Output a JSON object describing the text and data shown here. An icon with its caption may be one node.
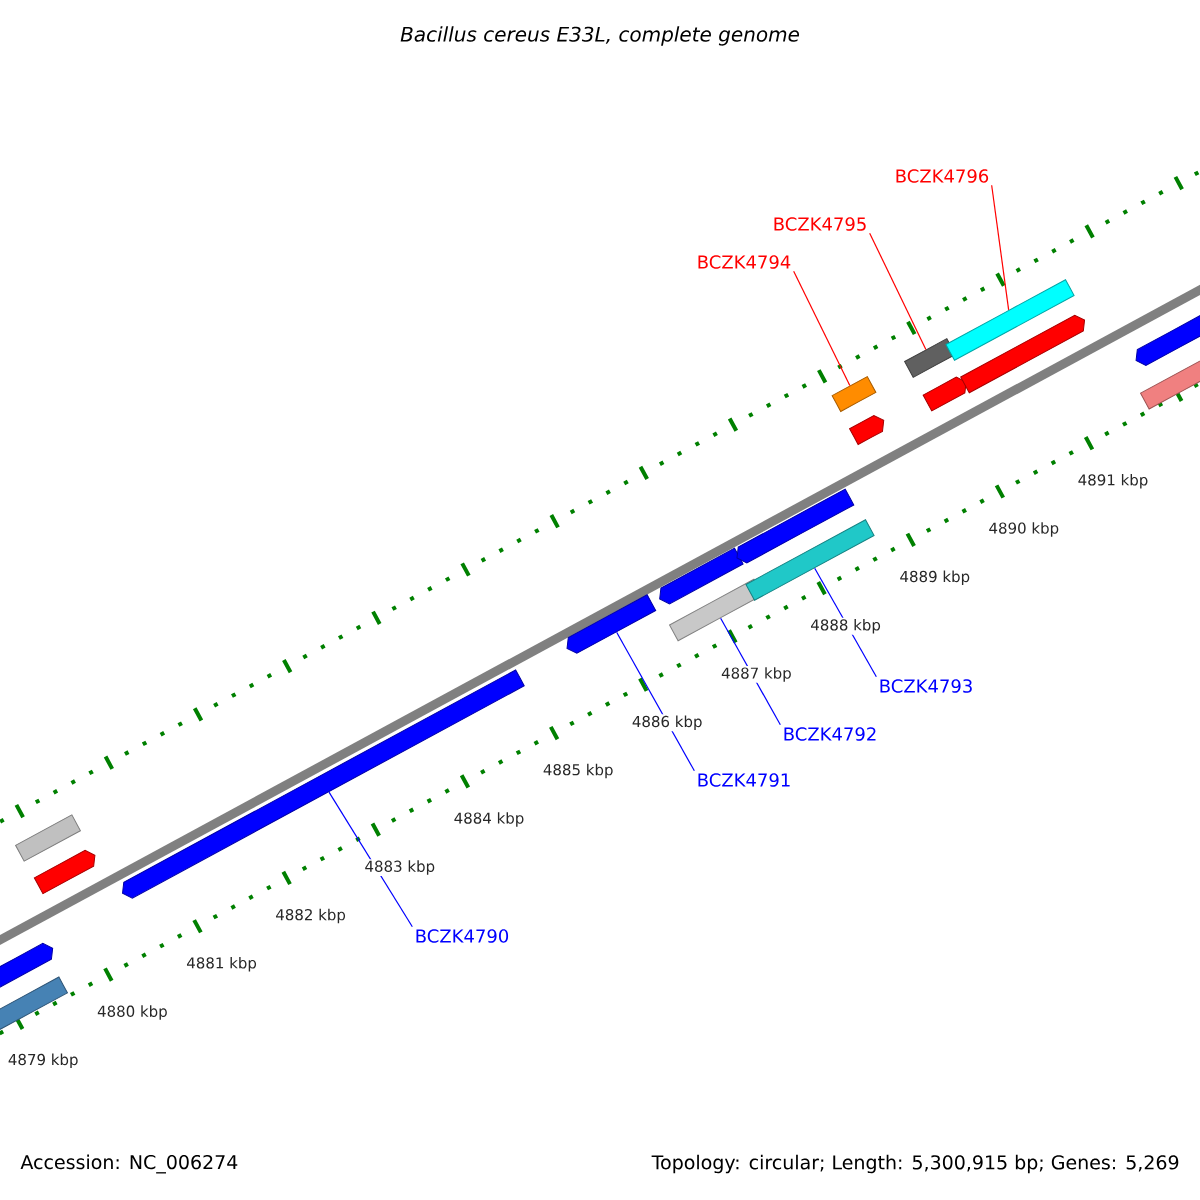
{
  "diagram": {
    "title": "Bacillus cereus E33L, complete genome",
    "nodes": [
      {
        "text": [
          "BCZK4794"
        ]
      },
      {
        "text": [
          "BCZK4795"
        ]
      },
      {
        "text": [
          "BCZK4796"
        ]
      },
      {
        "text": [],
        "shape": "box"
      },
      {
        "text": [],
        "shape": "arrow"
      },
      {
        "text": [],
        "shape": "arrow"
      },
      {
        "text": [],
        "shape": "box"
      },
      {
        "text": [],
        "shape": "arrow"
      },
      {
        "text": [],
        "shape": "arrow"
      },
      {
        "text": [],
        "shape": "box"
      },
      {
        "text": [],
        "shape": "arrow"
      },
      {
        "text": [],
        "shape": "box"
      },
      {
        "text": [],
        "shape": "arrow"
      },
      {
        "text": [],
        "shape": "box"
      },
      {
        "text": [],
        "shape": "arrow"
      },
      {
        "text": [],
        "shape": "box"
      },
      {
        "text": [],
        "shape": "arrow"
      },
      {
        "text": [],
        "shape": "box"
      },
      {
        "text": [],
        "shape": "arrow"
      },
      {
        "text": [],
        "shape": "arrow"
      },
      {
        "text": [],
        "shape": "box"
      },
      {
        "text": [
          "BCZK4790"
        ]
      },
      {
        "text": [
          "BCZK4791"
        ]
      },
      {
        "text": [
          "BCZK4792"
        ]
      },
      {
        "text": [
          "BCZK4793"
        ]
      }
    ],
    "edges": [
      {
        "from": 0,
        "to": 13,
        "arrow": "none",
        "color": "#ff0000"
      },
      {
        "from": 1,
        "to": 15,
        "arrow": "none",
        "color": "#ff0000"
      },
      {
        "from": 2,
        "to": 17,
        "arrow": "none",
        "color": "#ff0000"
      },
      {
        "from": 21,
        "to": 7,
        "arrow": "none"
      },
      {
        "from": 22,
        "to": 8,
        "arrow": "none"
      },
      {
        "from": 23,
        "to": 9,
        "arrow": "none"
      },
      {
        "from": 24,
        "to": 11,
        "arrow": "none"
      }
    ],
    "labels": [
      "4879 kbp",
      "4880 kbp",
      "4881 kbp",
      "4882 kbp",
      "4883 kbp",
      "4884 kbp",
      "4885 kbp",
      "4886 kbp",
      "4887 kbp",
      "4888 kbp",
      "4889 kbp",
      "4890 kbp",
      "4891 kbp",
      "Accession: NC_006274",
      "Topology: circular; Length: 5,300,915 bp; Genes: 5,269"
    ]
  }
}
